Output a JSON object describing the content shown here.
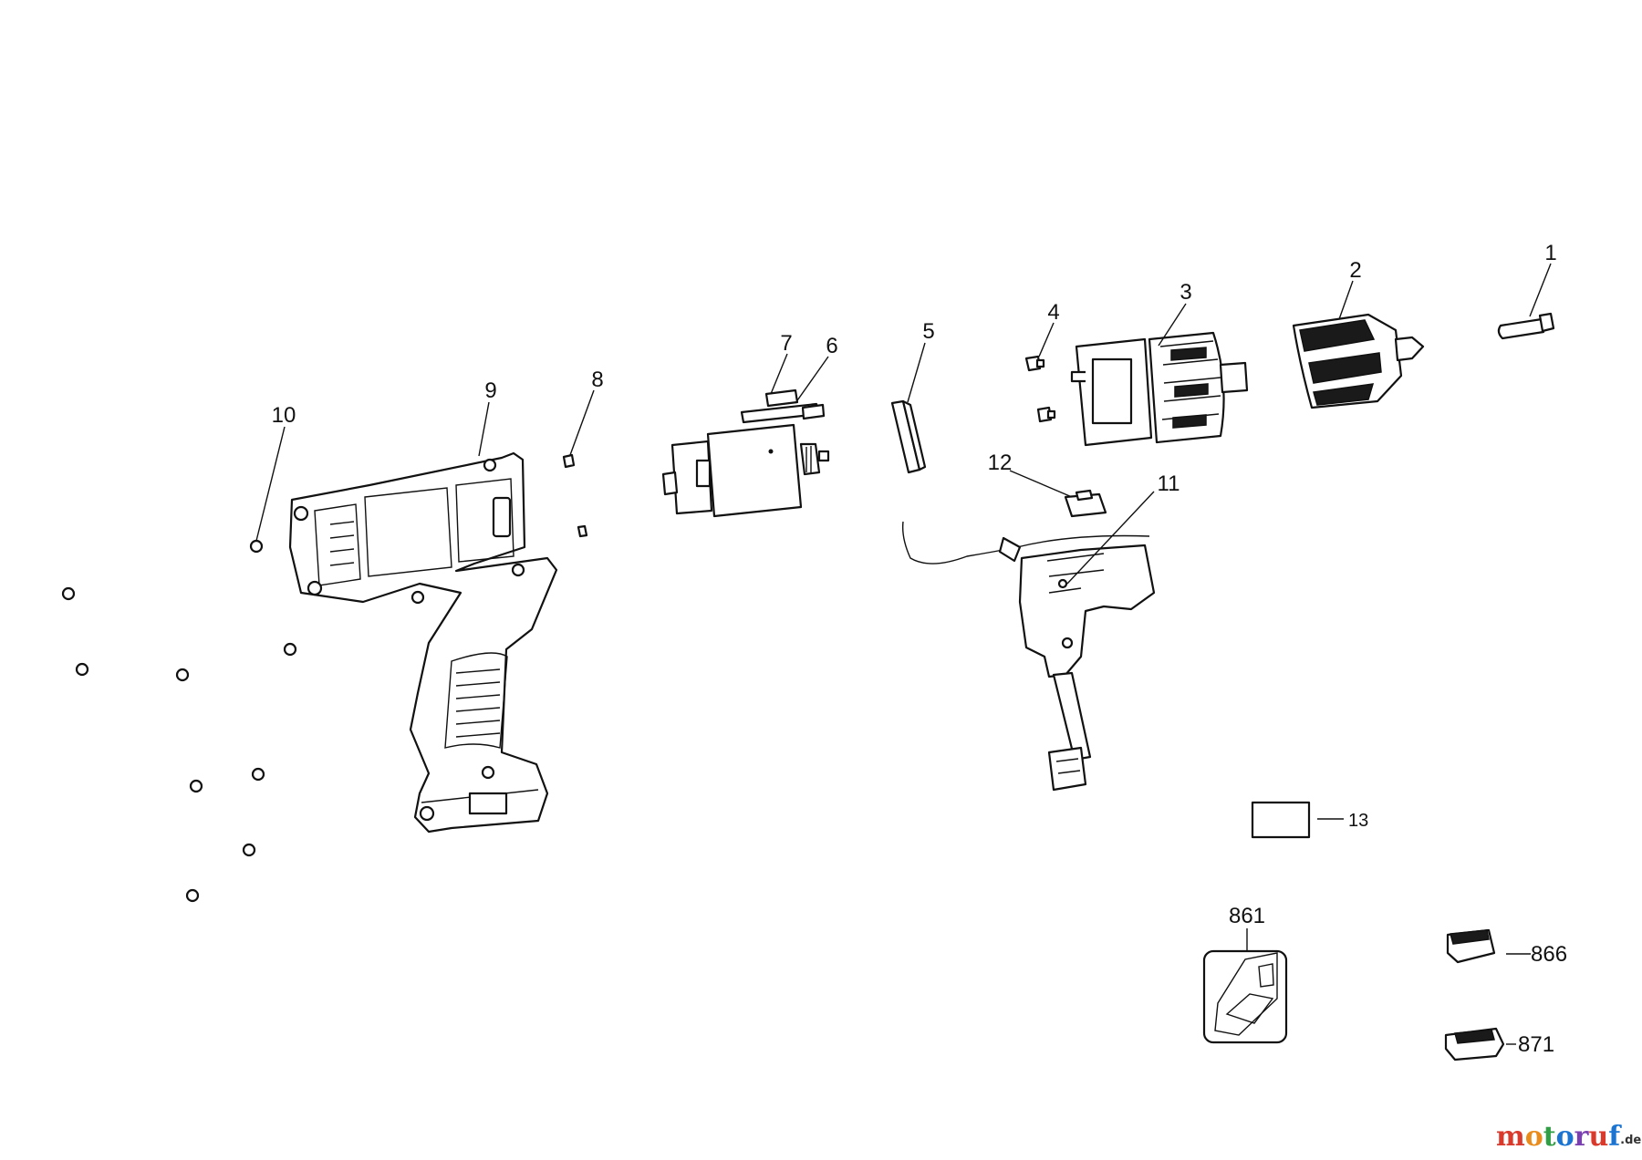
{
  "diagram": {
    "callouts": [
      "1",
      "2",
      "3",
      "4",
      "5",
      "6",
      "7",
      "8",
      "9",
      "10",
      "11",
      "12",
      "13",
      "861",
      "866",
      "871"
    ]
  },
  "logo": {
    "letters": [
      "m",
      "o",
      "t",
      "o",
      "r",
      "u",
      "f"
    ],
    "colors": [
      "#d93a2b",
      "#e98c1b",
      "#2f9e44",
      "#1b74d1",
      "#7a3fb0",
      "#d93a2b",
      "#1b74d1"
    ],
    "suffix": ".de"
  }
}
